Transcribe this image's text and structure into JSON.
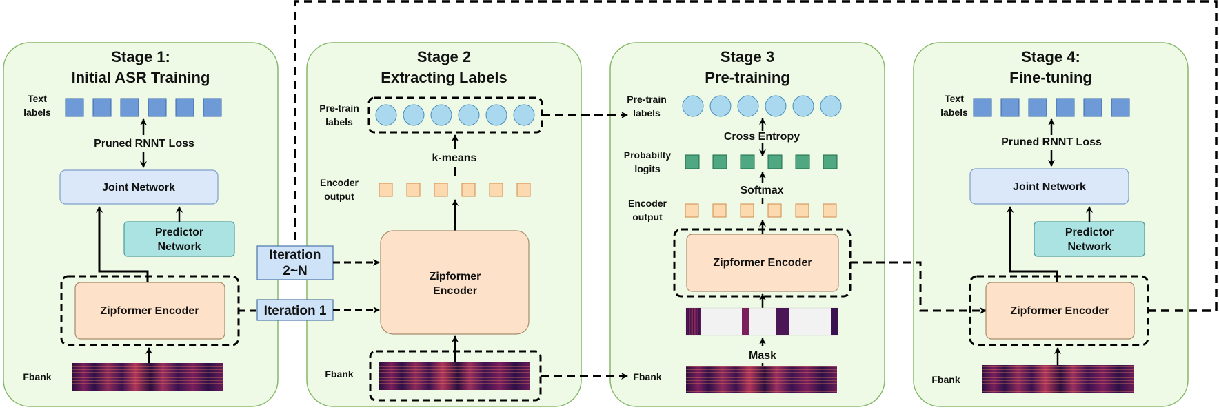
{
  "diagram": {
    "stages": [
      {
        "title_line1": "Stage 1:",
        "title_line2": "Initial ASR Training"
      },
      {
        "title_line1": "Stage 2",
        "title_line2": "Extracting Labels"
      },
      {
        "title_line1": "Stage 3",
        "title_line2": "Pre-training"
      },
      {
        "title_line1": "Stage 4:",
        "title_line2": "Fine-tuning"
      }
    ],
    "labels": {
      "text_labels_1": "Text",
      "text_labels_2": "labels",
      "pretrain_labels_1": "Pre-train",
      "pretrain_labels_2": "labels",
      "encoder_output_1": "Encoder",
      "encoder_output_2": "output",
      "prob_logits_1": "Probabilty",
      "prob_logits_2": "logits",
      "fbank": "Fbank"
    },
    "ops": {
      "pruned_rnnt_loss": "Pruned RNNT Loss",
      "kmeans": "k-means",
      "cross_entropy": "Cross Entropy",
      "softmax": "Softmax",
      "mask": "Mask"
    },
    "boxes": {
      "joint_network": "Joint Network",
      "predictor_network_1": "Predictor",
      "predictor_network_2": "Network",
      "zipformer_encoder": "Zipformer Encoder",
      "zipformer_1": "Zipformer",
      "encoder_2": "Encoder"
    },
    "iterations": {
      "iter_n_1": "Iteration",
      "iter_n_2": "2~N",
      "iter_1": "Iteration 1"
    },
    "colors": {
      "stage_bg": "#eefae6",
      "stage_border": "#86b86a",
      "text_label_square": "#6f9ad8",
      "pretrain_circle": "#a9d8ef",
      "encoder_output_square": "#fdd9b0",
      "logit_square": "#4fa882",
      "joint_net": "#dbe8fa",
      "predictor_net": "#abe2e2",
      "zipformer": "#fde1c8",
      "iteration_box": "#cfe3f8"
    }
  }
}
